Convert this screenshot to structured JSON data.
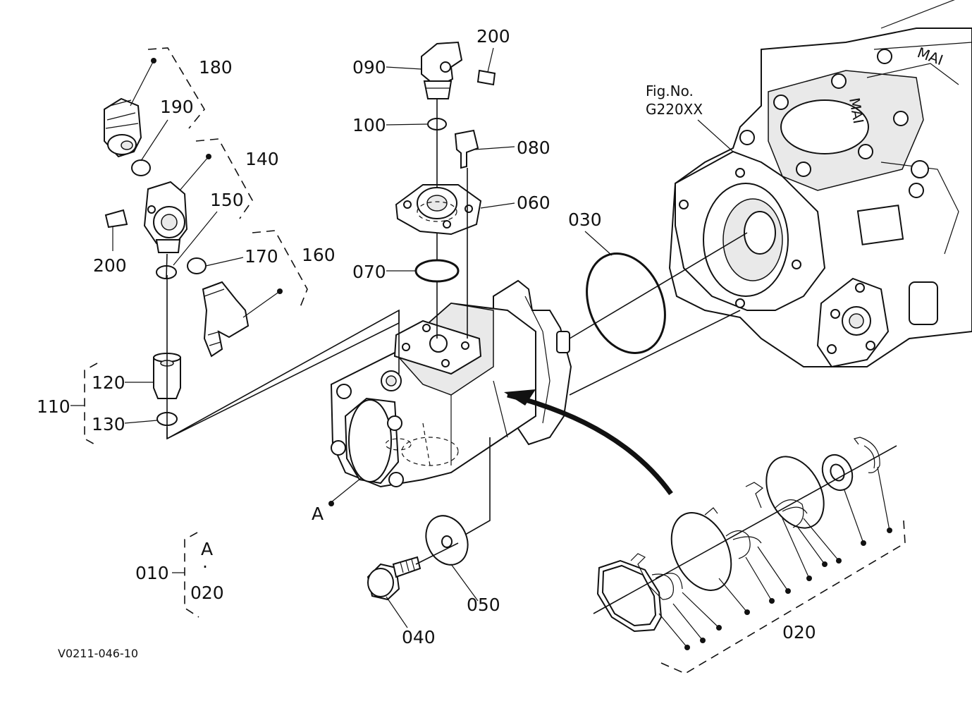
{
  "figure": {
    "fig_no_line1": "Fig.No.",
    "fig_no_line2": "G220XX",
    "drawing_code": "V0211-046-10"
  },
  "parts": {
    "p010": "010",
    "p020_group": "020",
    "p020_bracket": "020",
    "p030": "030",
    "p040": "040",
    "p050": "050",
    "p060": "060",
    "p070": "070",
    "p080": "080",
    "p090": "090",
    "p100": "100",
    "p110": "110",
    "p120": "120",
    "p130": "130",
    "p140": "140",
    "p150": "150",
    "p160": "160",
    "p170": "170",
    "p180": "180",
    "p190": "190",
    "p200_top": "200",
    "p200_left": "200"
  },
  "refs": {
    "a_pump": "A",
    "a_group": "A",
    "a_group_dot": "·"
  }
}
